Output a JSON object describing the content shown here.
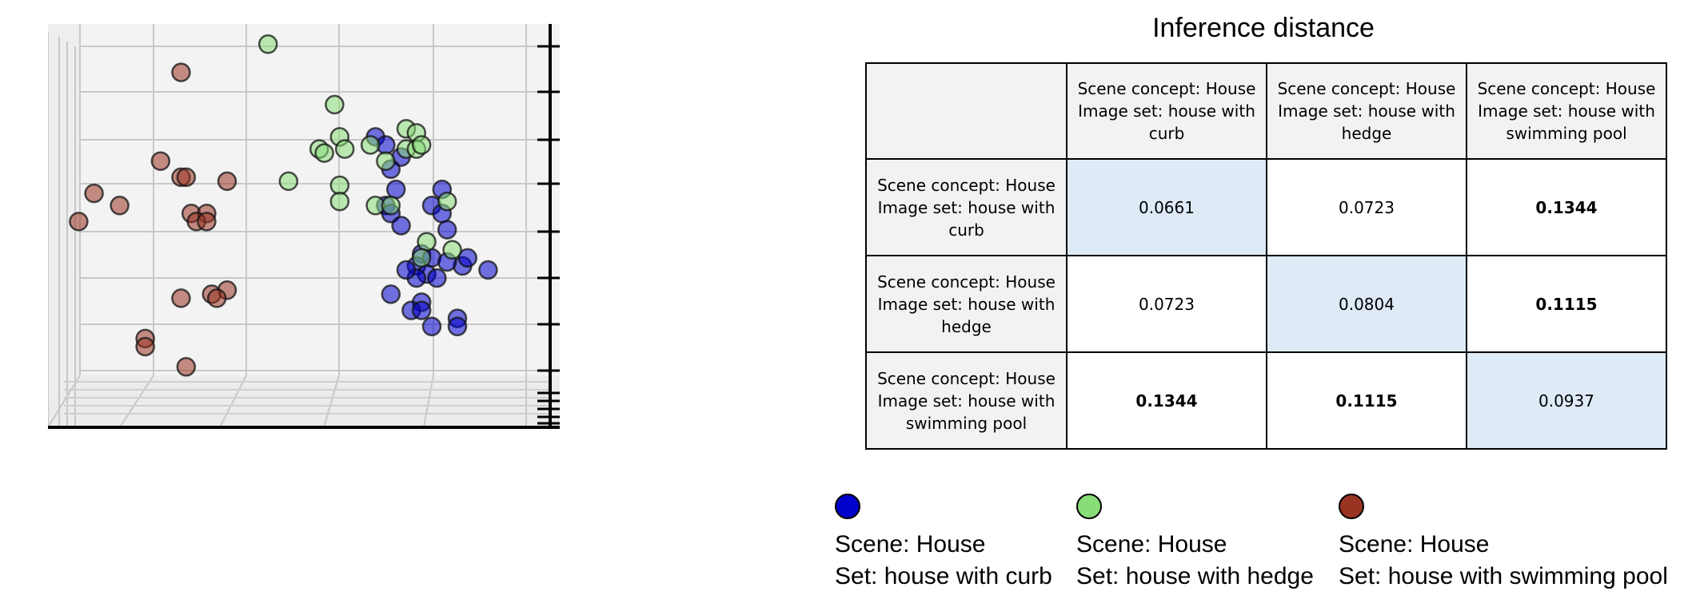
{
  "chart_data": [
    {
      "type": "scatter",
      "title": "",
      "xlabel": "",
      "ylabel": "",
      "grid": true,
      "series": [
        {
          "name": "Scene: House Set: house with curb",
          "color": "#0000cc",
          "points": [
            [
              0.64,
              0.72
            ],
            [
              0.66,
              0.7
            ],
            [
              0.69,
              0.67
            ],
            [
              0.67,
              0.64
            ],
            [
              0.68,
              0.59
            ],
            [
              0.66,
              0.55
            ],
            [
              0.67,
              0.53
            ],
            [
              0.69,
              0.5
            ],
            [
              0.77,
              0.59
            ],
            [
              0.75,
              0.55
            ],
            [
              0.77,
              0.53
            ],
            [
              0.78,
              0.49
            ],
            [
              0.73,
              0.43
            ],
            [
              0.75,
              0.42
            ],
            [
              0.72,
              0.4
            ],
            [
              0.74,
              0.38
            ],
            [
              0.72,
              0.37
            ],
            [
              0.7,
              0.39
            ],
            [
              0.76,
              0.37
            ],
            [
              0.81,
              0.4
            ],
            [
              0.78,
              0.41
            ],
            [
              0.82,
              0.42
            ],
            [
              0.86,
              0.39
            ],
            [
              0.67,
              0.33
            ],
            [
              0.73,
              0.31
            ],
            [
              0.71,
              0.29
            ],
            [
              0.73,
              0.29
            ],
            [
              0.8,
              0.27
            ],
            [
              0.75,
              0.25
            ],
            [
              0.8,
              0.25
            ]
          ]
        },
        {
          "name": "Scene: House Set: house with hedge",
          "color": "#88dd77",
          "points": [
            [
              0.43,
              0.95
            ],
            [
              0.56,
              0.8
            ],
            [
              0.57,
              0.72
            ],
            [
              0.53,
              0.69
            ],
            [
              0.54,
              0.68
            ],
            [
              0.58,
              0.69
            ],
            [
              0.63,
              0.7
            ],
            [
              0.66,
              0.66
            ],
            [
              0.7,
              0.74
            ],
            [
              0.72,
              0.73
            ],
            [
              0.7,
              0.69
            ],
            [
              0.72,
              0.69
            ],
            [
              0.73,
              0.7
            ],
            [
              0.47,
              0.61
            ],
            [
              0.57,
              0.6
            ],
            [
              0.57,
              0.56
            ],
            [
              0.64,
              0.55
            ],
            [
              0.67,
              0.55
            ],
            [
              0.78,
              0.56
            ],
            [
              0.74,
              0.46
            ],
            [
              0.73,
              0.42
            ],
            [
              0.79,
              0.44
            ]
          ]
        },
        {
          "name": "Scene: House Set: house with swimming pool",
          "color": "#993322",
          "points": [
            [
              0.26,
              0.88
            ],
            [
              0.22,
              0.66
            ],
            [
              0.26,
              0.62
            ],
            [
              0.27,
              0.62
            ],
            [
              0.35,
              0.61
            ],
            [
              0.09,
              0.58
            ],
            [
              0.14,
              0.55
            ],
            [
              0.28,
              0.53
            ],
            [
              0.31,
              0.53
            ],
            [
              0.06,
              0.51
            ],
            [
              0.29,
              0.51
            ],
            [
              0.31,
              0.51
            ],
            [
              0.35,
              0.34
            ],
            [
              0.32,
              0.33
            ],
            [
              0.26,
              0.32
            ],
            [
              0.33,
              0.32
            ],
            [
              0.19,
              0.22
            ],
            [
              0.19,
              0.2
            ],
            [
              0.27,
              0.15
            ]
          ]
        }
      ]
    },
    {
      "type": "table",
      "title": "Inference distance",
      "columns": [
        "Scene concept: House Image set: house with curb",
        "Scene concept: House Image set: house with hedge",
        "Scene concept: House Image set: house with swimming pool"
      ],
      "rows": [
        {
          "label": "Scene concept: House Image set: house with curb",
          "values": [
            "0.0661",
            "0.0723",
            "0.1344"
          ]
        },
        {
          "label": "Scene concept: House Image set: house with hedge",
          "values": [
            "0.0723",
            "0.0804",
            "0.1115"
          ]
        },
        {
          "label": "Scene concept: House Image set: house with swimming pool",
          "values": [
            "0.1344",
            "0.1115",
            "0.0937"
          ]
        }
      ]
    }
  ],
  "panel_title": "Inference distance",
  "table": {
    "col_heads": [
      [
        "Scene concept: House",
        "Image set: house with",
        "curb"
      ],
      [
        "Scene concept: House",
        "Image set: house with",
        "hedge"
      ],
      [
        "Scene concept: House",
        "Image set: house with",
        "swimming pool"
      ]
    ],
    "row_heads": [
      [
        "Scene concept: House",
        "Image set: house with",
        "curb"
      ],
      [
        "Scene concept: House",
        "Image set: house with",
        "hedge"
      ],
      [
        "Scene concept: House",
        "Image set: house with",
        "swimming pool"
      ]
    ],
    "cells": [
      [
        "0.0661",
        "0.0723",
        "0.1344"
      ],
      [
        "0.0723",
        "0.0804",
        "0.1115"
      ],
      [
        "0.1344",
        "0.1115",
        "0.0937"
      ]
    ],
    "highlight_color": "#deebf7"
  },
  "legend": [
    {
      "color": "#0000cc",
      "line1": "Scene: House",
      "line2": "Set: house with curb"
    },
    {
      "color": "#88dd77",
      "line1": "Scene: House",
      "line2": "Set: house with hedge"
    },
    {
      "color": "#993322",
      "line1": "Scene: House",
      "line2": "Set: house with swimming pool"
    }
  ]
}
